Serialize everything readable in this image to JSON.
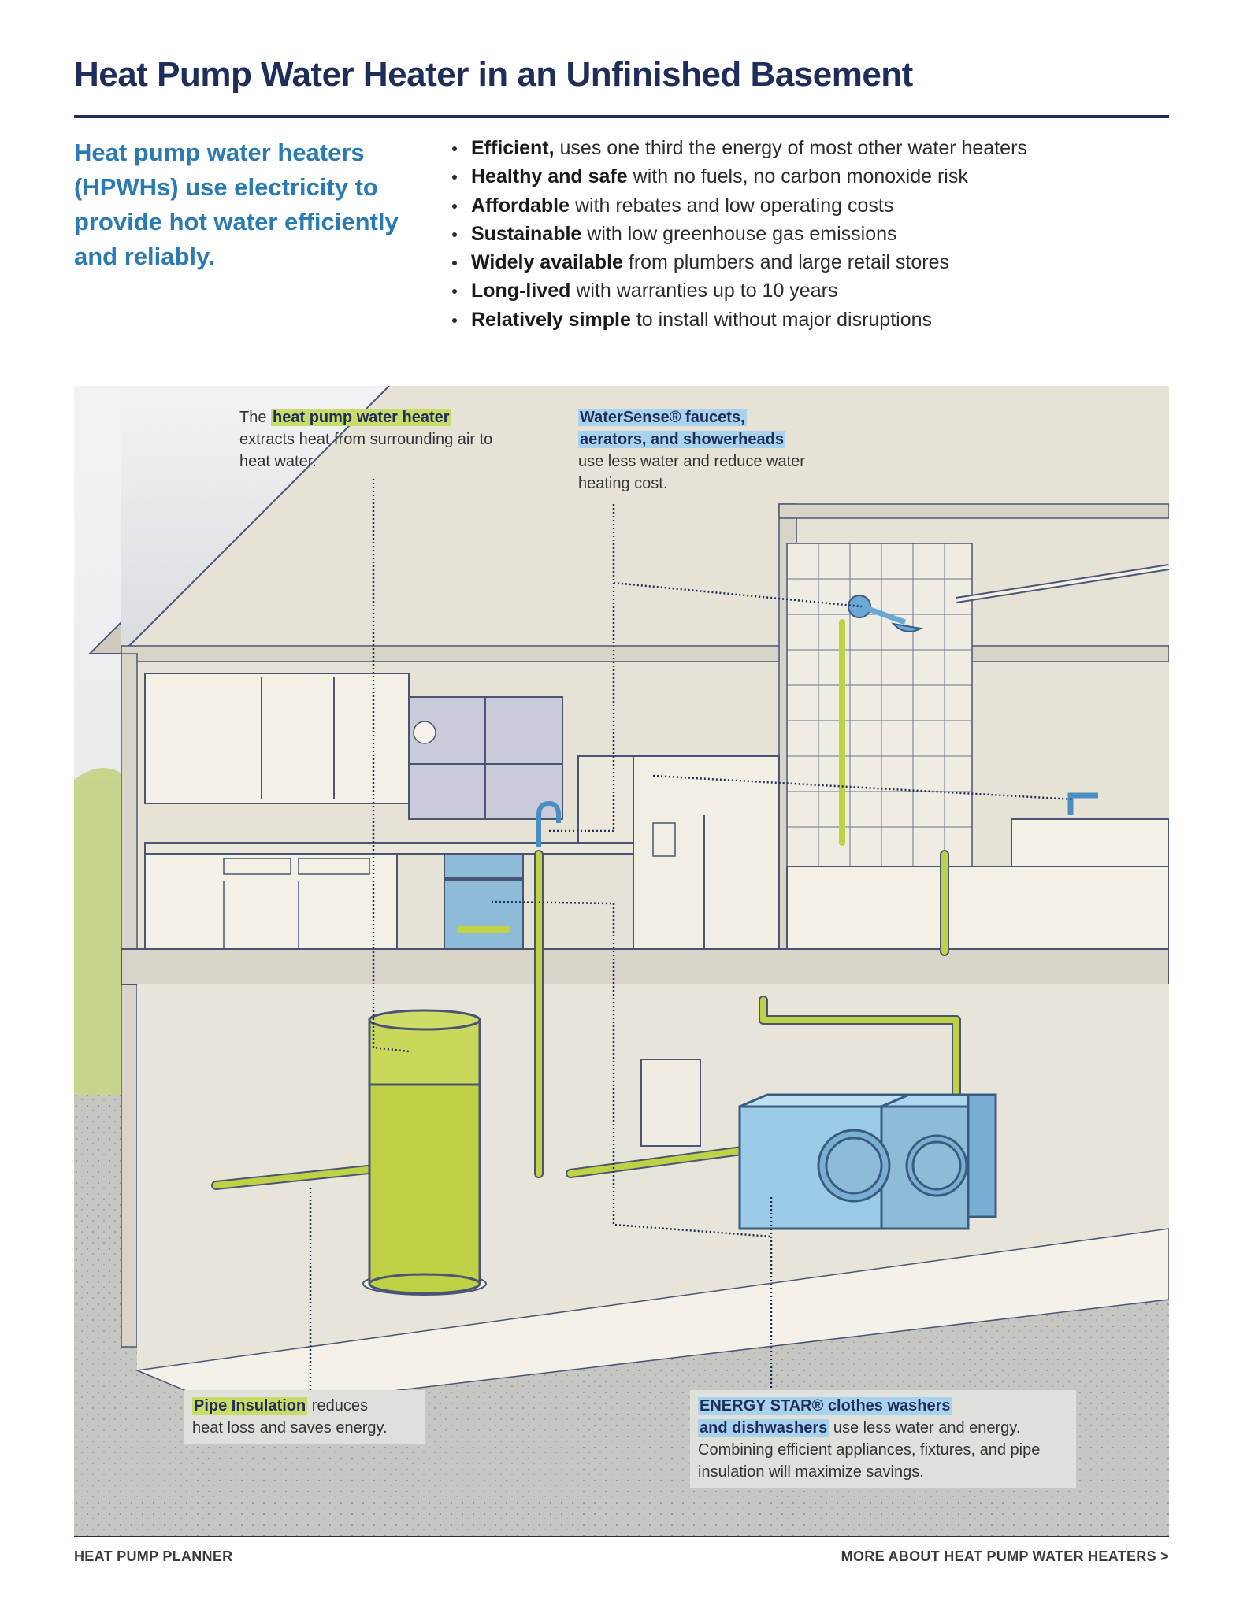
{
  "page": {
    "title": "Heat Pump Water Heater in an Unfinished Basement",
    "intro": "Heat pump water heaters (HPWHs) use electricity to provide hot water efficiently and reliably.",
    "benefits": [
      {
        "bold": "Efficient,",
        "rest": " uses one third the energy of most other water heaters"
      },
      {
        "bold": "Healthy and safe",
        "rest": " with no fuels, no carbon monoxide risk"
      },
      {
        "bold": "Affordable",
        "rest": " with rebates and low operating costs"
      },
      {
        "bold": "Sustainable",
        "rest": " with low greenhouse gas emissions"
      },
      {
        "bold": "Widely available",
        "rest": " from plumbers and large retail stores"
      },
      {
        "bold": "Long-lived",
        "rest": " with warranties up to 10 years"
      },
      {
        "bold": "Relatively simple",
        "rest": " to install without major disruptions"
      }
    ]
  },
  "callouts": {
    "hpwh": {
      "pre": "The ",
      "highlight": "heat pump water heater",
      "text": "extracts heat from surrounding air to heat water."
    },
    "watersense": {
      "highlight_line1": "WaterSense® faucets,",
      "highlight_line2": "aerators, and showerheads",
      "text": "use less water and reduce water heating cost."
    },
    "insulation": {
      "highlight": "Pipe Insulation",
      "text_after": " reduces",
      "text_line2": "heat loss and saves energy."
    },
    "energystar": {
      "highlight_line1": "ENERGY STAR® clothes washers",
      "highlight_line2": "and dishwashers",
      "text_after": " use less water and energy.",
      "text_rest": "Combining efficient appliances, fixtures, and pipe insulation will maximize savings."
    }
  },
  "footer": {
    "left": "HEAT PUMP PLANNER",
    "right": "MORE ABOUT HEAT PUMP WATER HEATERS >"
  },
  "colors": {
    "navy": "#1f2d5a",
    "accent_blue": "#2a7ab3",
    "heater_green": "#bfd145",
    "appliance_blue": "#9ccbe8",
    "wall": "#e6e2d6",
    "ground": "#c9c9c5"
  }
}
